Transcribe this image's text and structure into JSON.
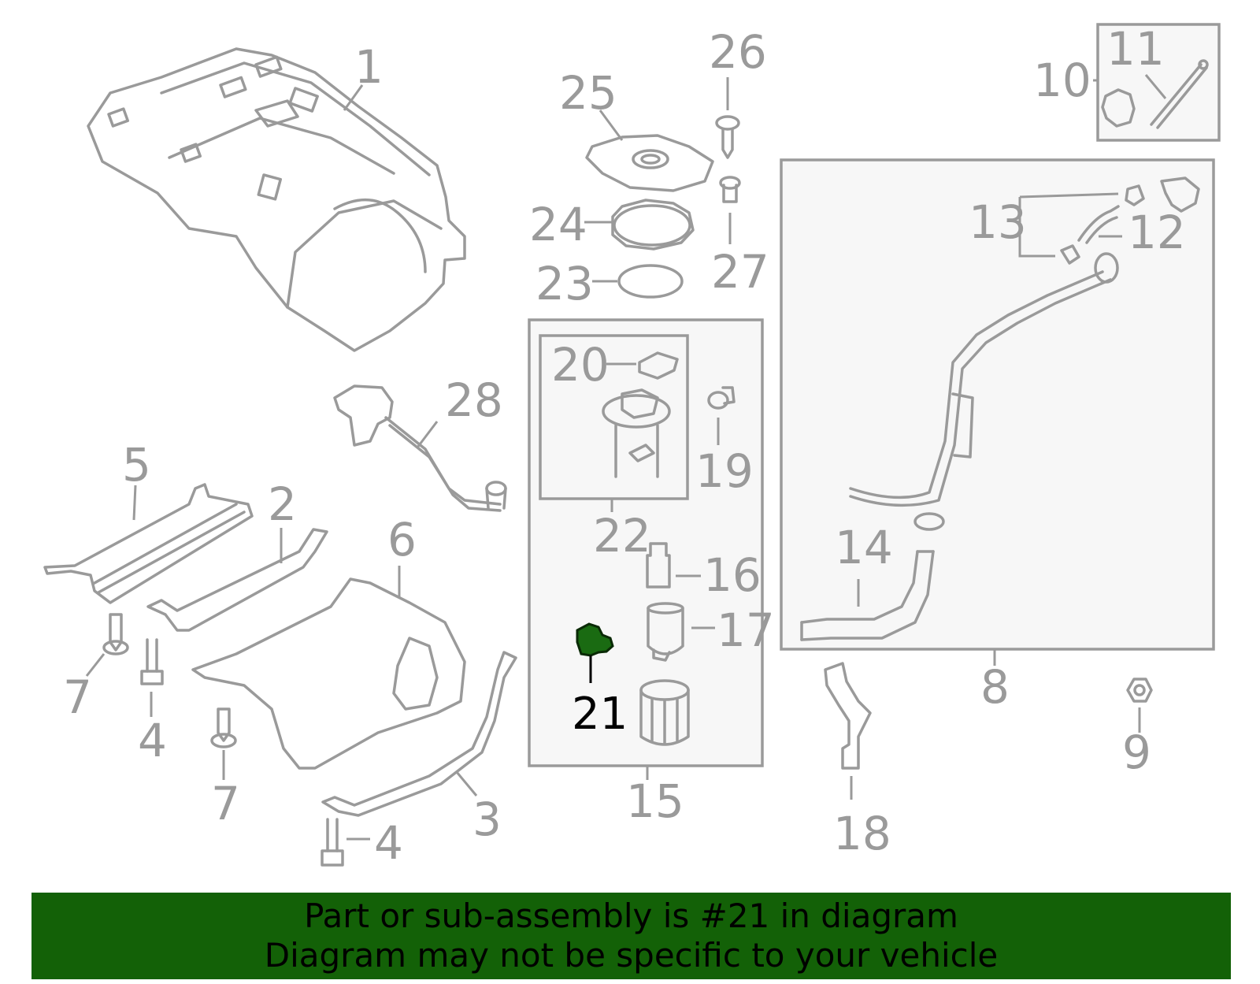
{
  "callouts": {
    "c1": "1",
    "c2": "2",
    "c3": "3",
    "c4a": "4",
    "c4b": "4",
    "c5": "5",
    "c6": "6",
    "c7a": "7",
    "c7b": "7",
    "c8": "8",
    "c9": "9",
    "c10": "10",
    "c11": "11",
    "c12": "12",
    "c13": "13",
    "c14": "14",
    "c15": "15",
    "c16": "16",
    "c17": "17",
    "c18": "18",
    "c19": "19",
    "c20": "20",
    "c21": "21",
    "c22": "22",
    "c23": "23",
    "c24": "24",
    "c25": "25",
    "c26": "26",
    "c27": "27",
    "c28": "28"
  },
  "highlight": {
    "part": "21",
    "color": "#1a6b12"
  },
  "banner": {
    "line1": "Part or sub-assembly is #21 in diagram",
    "line2": "Diagram may not be specific to your vehicle",
    "color": "#136107"
  }
}
